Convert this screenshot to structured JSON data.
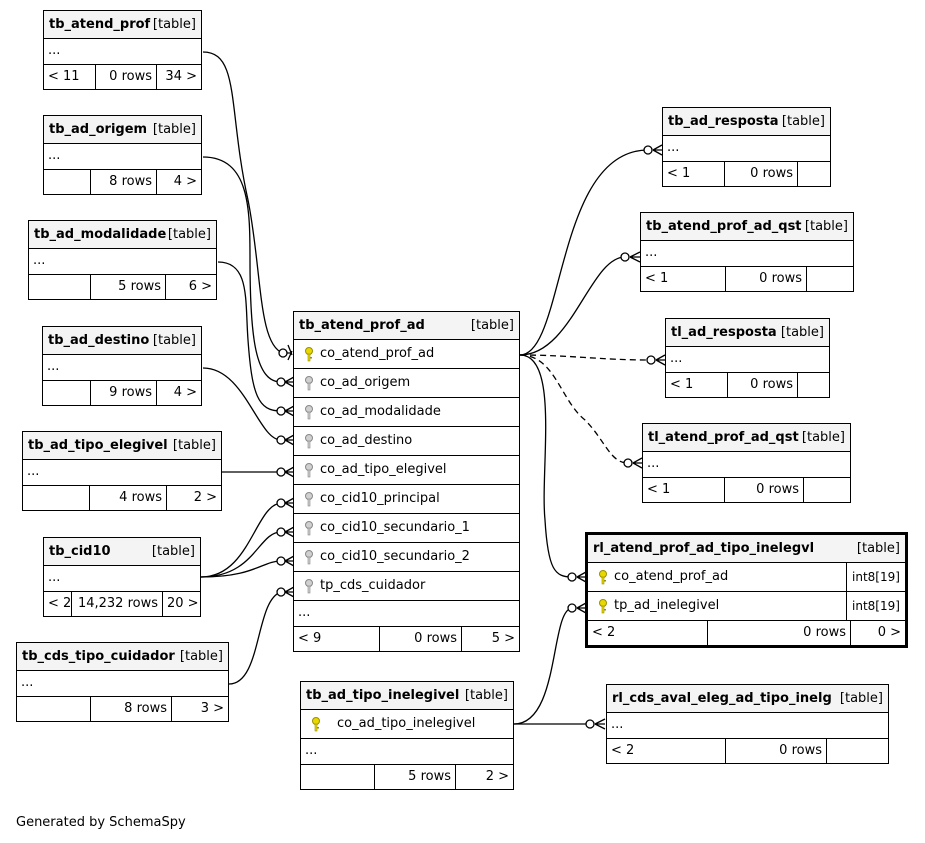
{
  "credit": "Generated by SchemaSpy",
  "kind_label": "[table]",
  "ellipsis": "...",
  "tables": {
    "tb_atend_prof": {
      "name": "tb_atend_prof",
      "footer": [
        "< 11",
        "0 rows",
        "34 >"
      ]
    },
    "tb_ad_origem": {
      "name": "tb_ad_origem",
      "footer": [
        "",
        "8 rows",
        "4 >"
      ]
    },
    "tb_ad_modalidade": {
      "name": "tb_ad_modalidade",
      "footer": [
        "",
        "5 rows",
        "6 >"
      ]
    },
    "tb_ad_destino": {
      "name": "tb_ad_destino",
      "footer": [
        "",
        "9 rows",
        "4 >"
      ]
    },
    "tb_ad_tipo_elegivel": {
      "name": "tb_ad_tipo_elegivel",
      "footer": [
        "",
        "4 rows",
        "2 >"
      ]
    },
    "tb_cid10": {
      "name": "tb_cid10",
      "footer": [
        "< 2",
        "14,232 rows",
        "20 >"
      ]
    },
    "tb_cds_tipo_cuidador": {
      "name": "tb_cds_tipo_cuidador",
      "footer": [
        "",
        "8 rows",
        "3 >"
      ]
    },
    "tb_atend_prof_ad": {
      "name": "tb_atend_prof_ad",
      "columns": [
        "co_atend_prof_ad",
        "co_ad_origem",
        "co_ad_modalidade",
        "co_ad_destino",
        "co_ad_tipo_elegivel",
        "co_cid10_principal",
        "co_cid10_secundario_1",
        "co_cid10_secundario_2",
        "tp_cds_cuidador"
      ],
      "footer": [
        "< 9",
        "0 rows",
        "5 >"
      ]
    },
    "tb_ad_tipo_inelegivel": {
      "name": "tb_ad_tipo_inelegivel",
      "columns": [
        "co_ad_tipo_inelegivel"
      ],
      "footer": [
        "",
        "5 rows",
        "2 >"
      ]
    },
    "tb_ad_resposta": {
      "name": "tb_ad_resposta",
      "footer": [
        "< 1",
        "0 rows",
        ""
      ]
    },
    "tb_atend_prof_ad_qst": {
      "name": "tb_atend_prof_ad_qst",
      "footer": [
        "< 1",
        "0 rows",
        ""
      ]
    },
    "tl_ad_resposta": {
      "name": "tl_ad_resposta",
      "footer": [
        "< 1",
        "0 rows",
        ""
      ]
    },
    "tl_atend_prof_ad_qst": {
      "name": "tl_atend_prof_ad_qst",
      "footer": [
        "< 1",
        "0 rows",
        ""
      ]
    },
    "rl_atend_prof_ad_tipo_inelegvl": {
      "name": "rl_atend_prof_ad_tipo_inelegvl",
      "columns": [
        "co_atend_prof_ad",
        "tp_ad_inelegivel"
      ],
      "types": [
        "int8[19]",
        "int8[19]"
      ],
      "footer": [
        "< 2",
        "0 rows",
        "0 >"
      ]
    },
    "rl_cds_aval_eleg_ad_tipo_inelg": {
      "name": "rl_cds_aval_eleg_ad_tipo_inelg",
      "footer": [
        "< 2",
        "0 rows",
        ""
      ]
    }
  },
  "colors": {
    "line": "#000000",
    "header_bg": "#f4f4f4",
    "primary_key": "#e8d800",
    "foreign_key": "#bdbdbd"
  },
  "icons": {
    "primary_key": "key-icon",
    "foreign_key": "key-icon"
  }
}
